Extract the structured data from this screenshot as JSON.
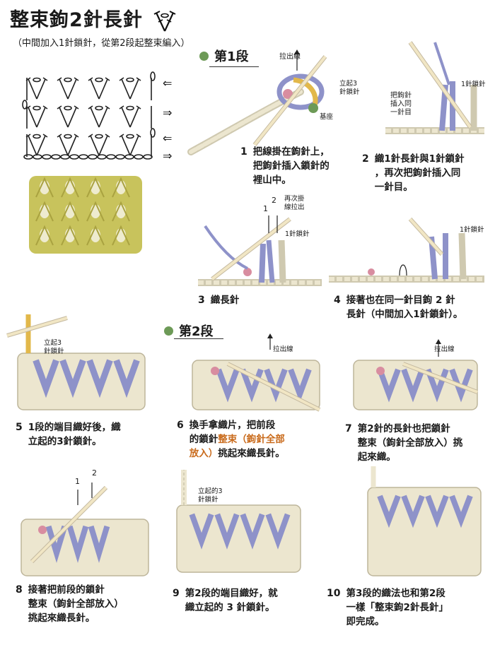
{
  "header": {
    "title": "整束鉤2針長針",
    "subtitle": "（中間加入1針鎖針，從第2段起整束編入）"
  },
  "rows": {
    "row1": "第1段",
    "row2": "第2段"
  },
  "arrows": [
    "⇐",
    "⇒",
    "⇐",
    "⇒"
  ],
  "labels": {
    "pull_yarn": "拉出線",
    "turning_chain3": "立起3\n針鎖針",
    "base": "基座",
    "insert_hook": "把鉤針\n插入同\n一針目",
    "one_chain": "1針鎖針",
    "wrap_again": "再次掛\n線拉出",
    "num1": "1",
    "num2": "2",
    "turning_chain3b": "立起的3\n針鎖針",
    "chain3_mid": "立起3\n針鎖針"
  },
  "steps": [
    {
      "num": "1",
      "text": "把線掛在鉤針上，\n把鉤針插入鎖針的\n裡山中。"
    },
    {
      "num": "2",
      "text": "織1針長針與1針鎖針\n，再次把鉤針插入同\n一針目。"
    },
    {
      "num": "3",
      "text": "織長針"
    },
    {
      "num": "4",
      "text": "接著也在同一針目鉤 2 針\n長針（中間加入1針鎖針）。"
    },
    {
      "num": "5",
      "text": "1段的端目織好後，織\n立起的3針鎖針。"
    },
    {
      "num": "6",
      "text_a": "換手拿織片，把前段\n的鎖針",
      "text_hl": "整束（鉤針全部\n放入）",
      "text_b": "挑起來織長針。"
    },
    {
      "num": "7",
      "text": "第2針的長針也把鎖針\n整束（鉤針全部放入）挑\n起來織。"
    },
    {
      "num": "8",
      "text": "接著把前段的鎖針\n整束（鉤針全部放入）\n挑起來織長針。"
    },
    {
      "num": "9",
      "text": "第2段的端目織好，就\n織立起的 3 針鎖針。"
    },
    {
      "num": "10",
      "text": "第3段的織法也和第2段\n一樣「整束鉤2針長針」\n即完成。"
    }
  ],
  "colors": {
    "yarn_purple": "#8e92c9",
    "yarn_cream": "#ece6cf",
    "yarn_yellow": "#e2b84a",
    "hook": "#f1e6c4",
    "swatch": "#c8c35c",
    "accent_orange": "#c96b1c",
    "row_dot": "#6d9a57"
  }
}
